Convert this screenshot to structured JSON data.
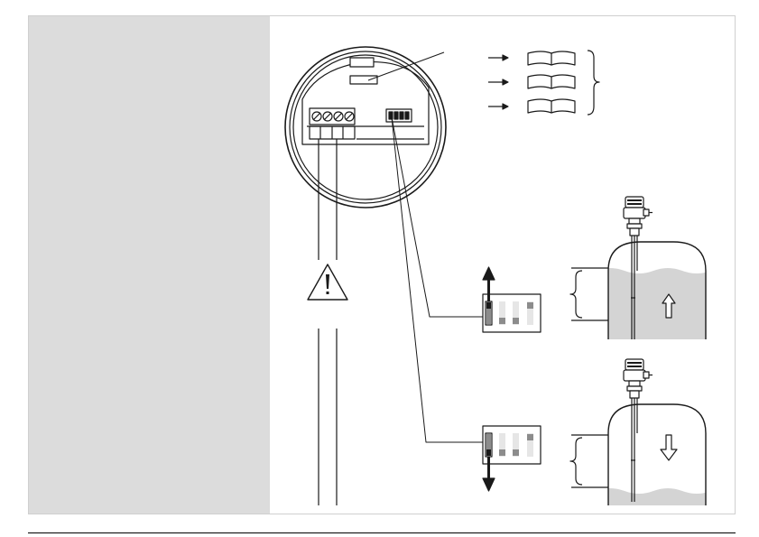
{
  "colors": {
    "sidebar": "#dcdcdc",
    "frame": "#cfcfcf",
    "liquid": "#d4d4d4",
    "stroke": "#1a1a1a",
    "switch_off": "#e6e6e6",
    "switch_mark": "#8c8c8c"
  },
  "icons": [
    "warning-icon",
    "book-icon",
    "arrow-up-icon",
    "arrow-down-icon",
    "level-probe-icon"
  ],
  "diagram": {
    "reference_books": 3,
    "dip_switches": 4,
    "terminals": 4,
    "modes": [
      {
        "name": "maximum-detection",
        "tank_fill_level": 0.8,
        "switch_1": "up"
      },
      {
        "name": "minimum-detection",
        "tank_fill_level": 0.06,
        "switch_1": "down"
      }
    ]
  }
}
